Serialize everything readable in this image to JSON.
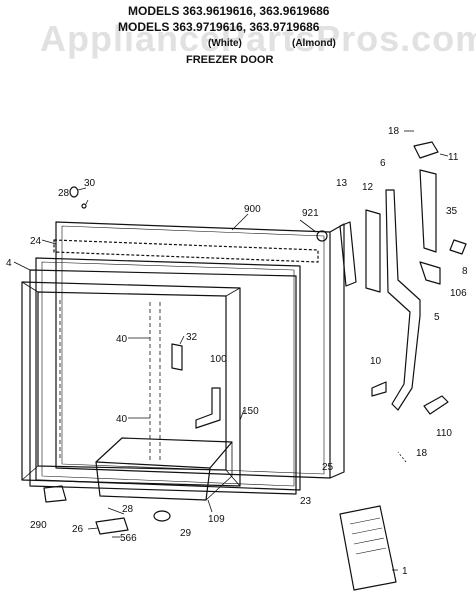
{
  "header": {
    "models_line_1": "MODELS 363.9619616, 363.9619686",
    "models_line_2": "MODELS 363.9719616, 363.9719686",
    "white_label": "(White)",
    "almond_label": "(Almond)",
    "section_title": "FREEZER DOOR"
  },
  "watermark": "AppliancePartsPros.com",
  "colors": {
    "ink": "#111111",
    "paper": "#ffffff",
    "watermark": "#c8c8c8"
  },
  "callouts": [
    "18",
    "11",
    "6",
    "13",
    "12",
    "35",
    "28",
    "30",
    "900",
    "921",
    "24",
    "4",
    "8",
    "106",
    "5",
    "40",
    "32",
    "100",
    "10",
    "40",
    "150",
    "110",
    "18",
    "25",
    "23",
    "109",
    "28",
    "290",
    "26",
    "566",
    "29",
    "1"
  ]
}
